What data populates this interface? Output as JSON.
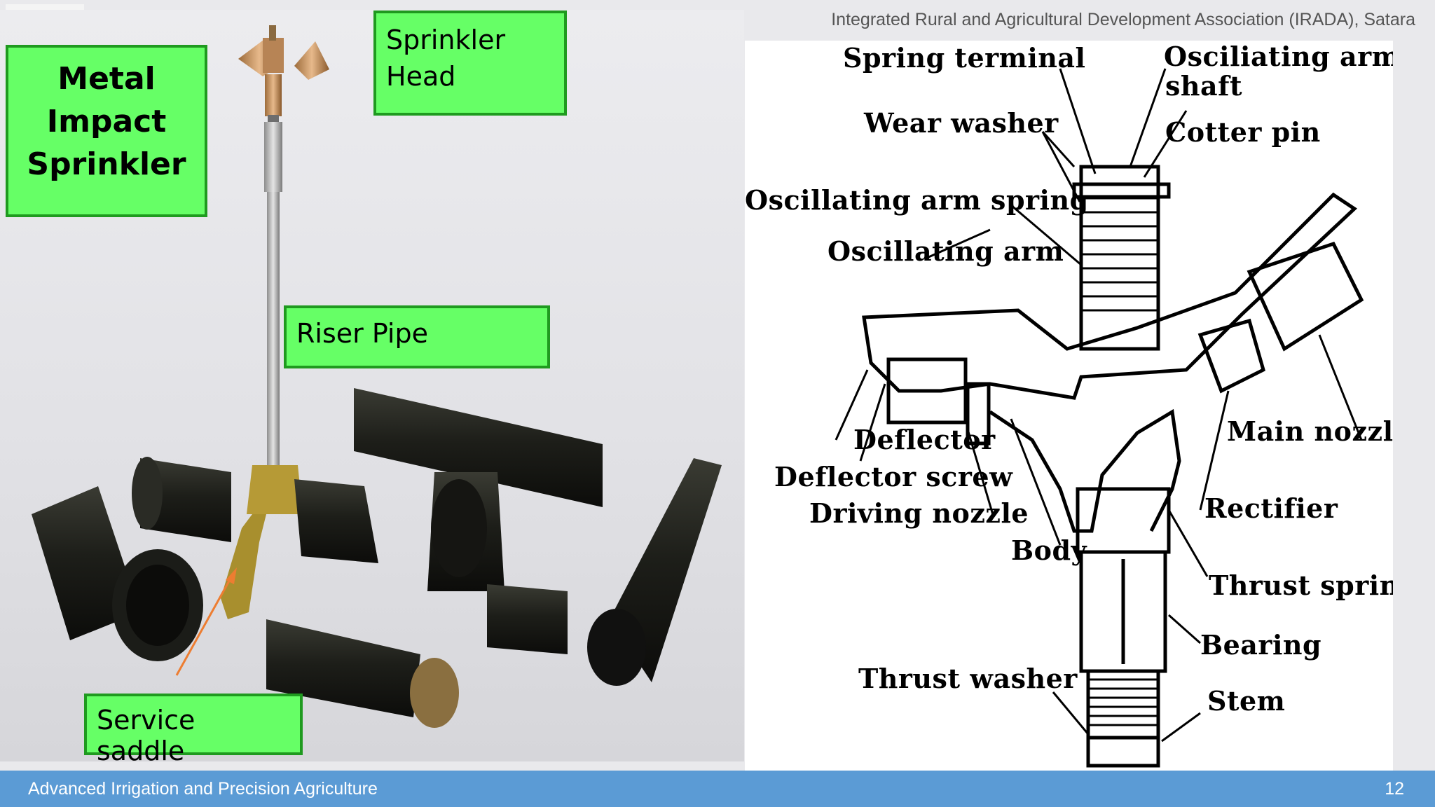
{
  "header": {
    "org": "Integrated Rural and Agricultural Development Association (IRADA), Satara"
  },
  "photo_labels": {
    "title": [
      "Metal",
      "Impact",
      "Sprinkler"
    ],
    "sprinkler_head": [
      "Sprinkler",
      "Head"
    ],
    "riser_pipe": "Riser Pipe",
    "service_saddle": "Service saddle"
  },
  "diagram_labels": {
    "spring_terminal": "Spring terminal",
    "osc_arm_shaft_1": "Osciliating arm",
    "osc_arm_shaft_2": "shaft",
    "wear_washer": "Wear washer",
    "cotter_pin": "Cotter pin",
    "osc_arm_spring": "Oscillating arm spring",
    "osc_arm": "Oscillating arm",
    "deflector": "Deflector",
    "deflector_screw": "Deflector screw",
    "driving_nozzle": "Driving nozzle",
    "body": "Body",
    "main_nozzle": "Main nozzle",
    "rectifier": "Rectifier",
    "thrust_spring": "Thrust spring",
    "bearing": "Bearing",
    "thrust_washer": "Thrust washer",
    "stem": "Stem"
  },
  "footer": {
    "title": "Advanced Irrigation and Precision Agriculture",
    "page": "12"
  },
  "colors": {
    "label_fill": "#66ff66",
    "label_border": "#1f9a1f",
    "footer_bar": "#5b9bd5",
    "arrow": "#ed7d31"
  }
}
